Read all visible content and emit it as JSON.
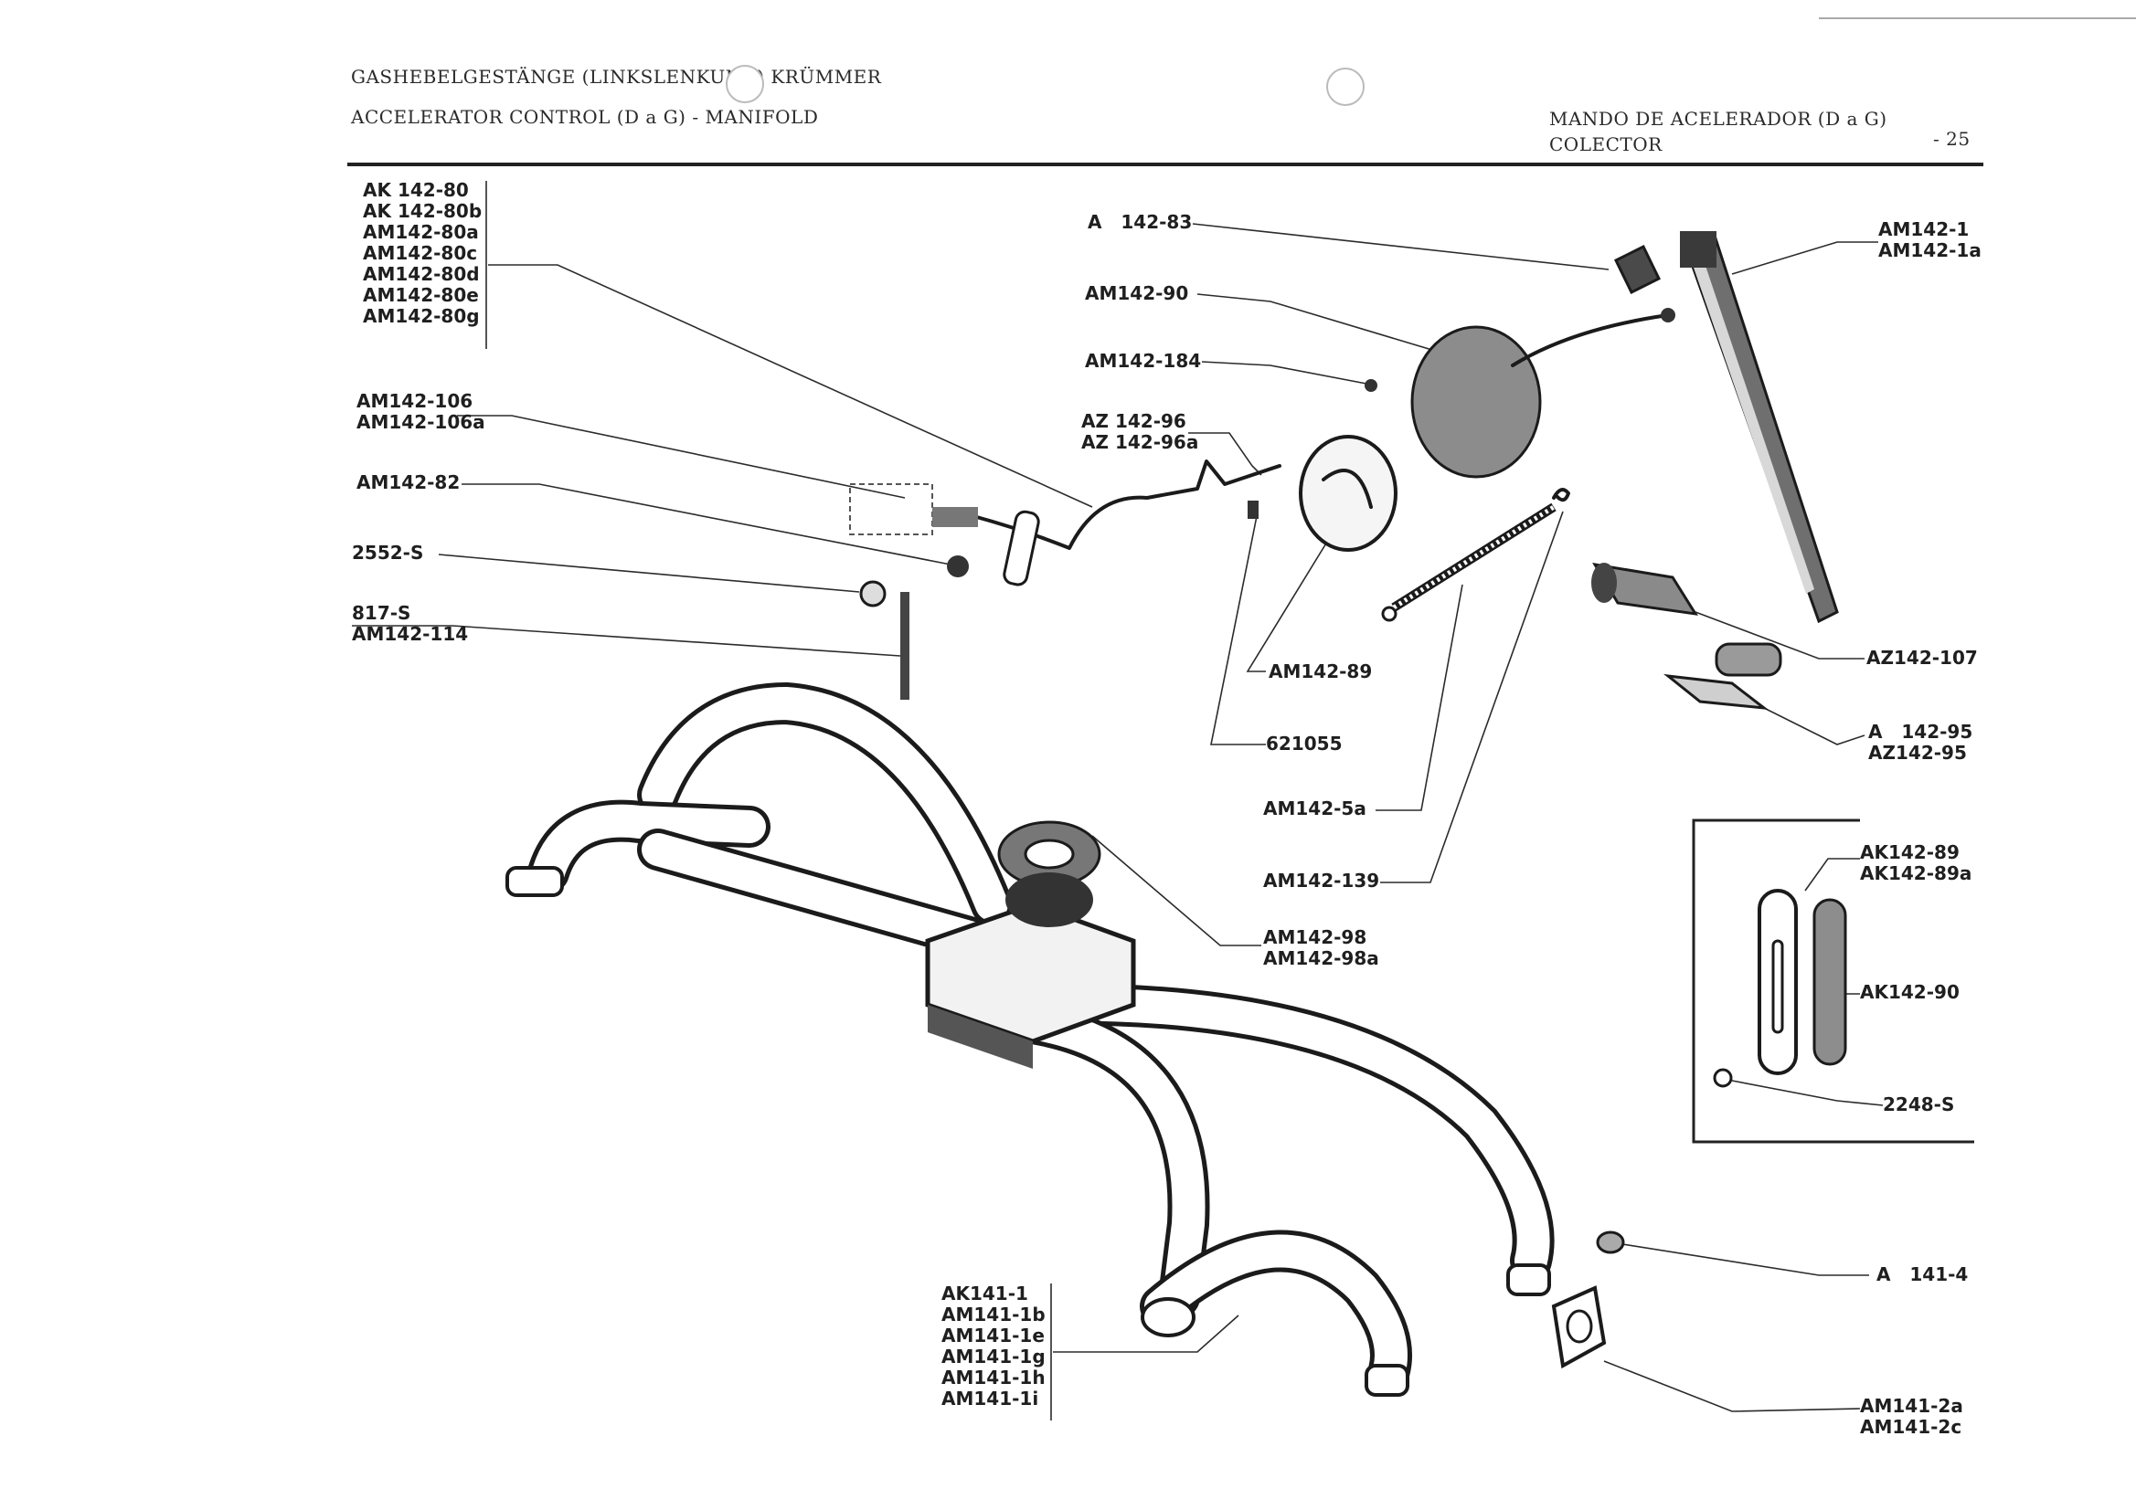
{
  "header": {
    "de": "GASHEBELGESTÄNGE (LINKSLENKUNG) KRÜMMER",
    "en": "ACCELERATOR CONTROL (D a G) - MANIFOLD",
    "es_line1": "MANDO DE ACELERADOR (D a G)",
    "es_line2": "COLECTOR",
    "page_number": "- 25"
  },
  "labels": {
    "g_ak142_80": [
      "AK 142-80",
      "AK 142-80b",
      "AM142-80a",
      "AM142-80c",
      "AM142-80d",
      "AM142-80e",
      "AM142-80g"
    ],
    "g_am142_106": [
      "AM142-106",
      "AM142-106a"
    ],
    "am142_82": "AM142-82",
    "s2552": "2552-S",
    "g_817s": [
      "817-S",
      "AM142-114"
    ],
    "a142_83": "A   142-83",
    "am142_90": "AM142-90",
    "am142_184": "AM142-184",
    "g_az142_96": [
      "AZ 142-96",
      "AZ 142-96a"
    ],
    "am142_89": "AM142-89",
    "n621055": "621055",
    "am142_5a": "AM142-5a",
    "am142_139": "AM142-139",
    "g_am142_98": [
      "AM142-98",
      "AM142-98a"
    ],
    "g_am142_1": [
      "AM142-1",
      "AM142-1a"
    ],
    "az142_107": "AZ142-107",
    "g_a142_95": [
      "A   142-95",
      "AZ142-95"
    ],
    "g_ak142_89": [
      "AK142-89",
      "AK142-89a"
    ],
    "ak142_90": "AK142-90",
    "s2248": "2248-S",
    "a141_4": "A   141-4",
    "g_am141_2": [
      "AM141-2a",
      "AM141-2c"
    ],
    "g_ak141_1": [
      "AK141-1",
      "AM141-1b",
      "AM141-1e",
      "AM141-1g",
      "AM141-1h",
      "AM141-1i"
    ]
  }
}
